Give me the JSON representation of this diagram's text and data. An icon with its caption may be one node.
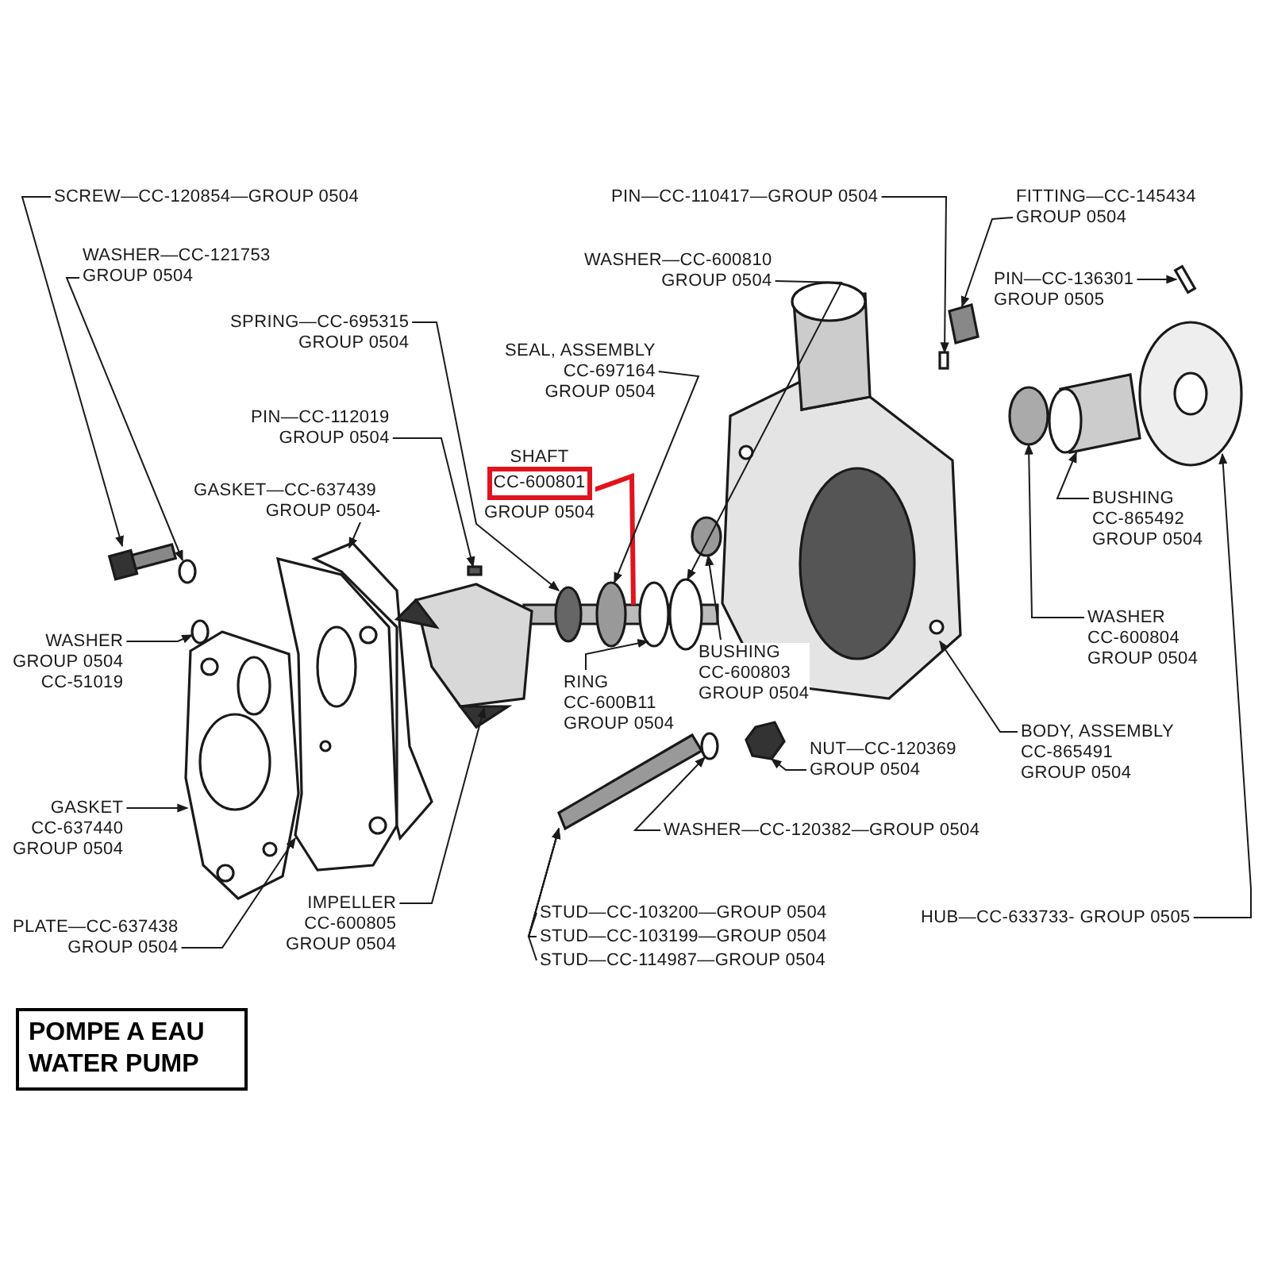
{
  "diagram": {
    "title": "POMPE A EAU WATER PUMP",
    "nodes": [
      {
        "text": [
          "SCREW—CC-120854—GROUP 0504"
        ]
      },
      {
        "text": [
          "WASHER—CC-121753 GROUP 0504"
        ]
      },
      {
        "text": [
          "SPRING—CC-695315 GROUP 0504"
        ]
      },
      {
        "text": [
          "PIN—CC-112019 GROUP 0504"
        ]
      },
      {
        "text": [
          "GASKET—CC-637439 GROUP 0504"
        ]
      },
      {
        "text": [
          "SHAFT",
          "CC-600801",
          "GROUP 0504"
        ]
      },
      {
        "text": [
          "SEAL, ASSEMBLY CC-697164 GROUP 0504"
        ]
      },
      {
        "text": [
          "WASHER—CC-600810 GROUP 0504"
        ]
      },
      {
        "text": [
          "PIN—CC-110417—GROUP 0504"
        ]
      },
      {
        "text": [
          "FITTING—CC-145434 GROUP 0504"
        ]
      },
      {
        "text": [
          "PIN—CC-136301 GROUP 0505"
        ]
      },
      {
        "text": [
          "BUSHING CC-865492 GROUP 0504"
        ]
      },
      {
        "text": [
          "WASHER CC-600804 GROUP 0504"
        ]
      },
      {
        "text": [
          "BODY, ASSEMBLY CC-865491 GROUP 0504"
        ]
      },
      {
        "text": [
          "HUB—CC-633733- GROUP 0505"
        ]
      },
      {
        "text": [
          "BUSHING CC-600803 GROUP 0504"
        ]
      },
      {
        "text": [
          "RING CC-600B11 GROUP 0504"
        ]
      },
      {
        "text": [
          "NUT—CC-120369 GROUP 0504"
        ]
      },
      {
        "text": [
          "WASHER—CC-120382—GROUP 0504"
        ]
      },
      {
        "text": [
          "STUD—CC-103200—GROUP 0504"
        ]
      },
      {
        "text": [
          "STUD—CC-103199—GROUP 0504"
        ]
      },
      {
        "text": [
          "STUD—CC-114987—GROUP 0504"
        ]
      },
      {
        "text": [
          "WASHER GROUP 0504 CC-51019"
        ]
      },
      {
        "text": [
          "GASKET CC-637440 GROUP 0504"
        ]
      },
      {
        "text": [
          "PLATE—CC-637438 GROUP 0504"
        ]
      },
      {
        "text": [
          "IMPELLER CC-600805 GROUP 0504"
        ]
      },
      {
        "text": [],
        "shape": "picture"
      },
      {
        "text": [],
        "shape": "circle"
      },
      {
        "text": [],
        "shape": "circle"
      },
      {
        "text": [],
        "shape": "picture"
      },
      {
        "text": [],
        "shape": "picture"
      },
      {
        "text": [],
        "shape": "picture"
      },
      {
        "text": [],
        "shape": "picture"
      },
      {
        "text": [],
        "shape": "box"
      },
      {
        "text": [],
        "shape": "picture"
      },
      {
        "text": [],
        "shape": "circle"
      },
      {
        "text": [],
        "shape": "circle"
      },
      {
        "text": [],
        "shape": "bar"
      },
      {
        "text": [],
        "shape": "circle"
      },
      {
        "text": [],
        "shape": "circle"
      },
      {
        "text": [],
        "shape": "circle"
      },
      {
        "text": [],
        "shape": "circle"
      },
      {
        "text": [],
        "shape": "picture"
      },
      {
        "text": [],
        "shape": "picture"
      },
      {
        "text": [],
        "shape": "box"
      },
      {
        "text": [],
        "shape": "picture"
      },
      {
        "text": [],
        "shape": "circle"
      },
      {
        "text": [],
        "shape": "picture"
      },
      {
        "text": [],
        "shape": "picture"
      },
      {
        "text": [],
        "shape": "box"
      }
    ],
    "edges": [
      {
        "from": 0,
        "to": 26,
        "arrow": "to"
      },
      {
        "from": 1,
        "to": 27,
        "arrow": "to"
      },
      {
        "from": 2,
        "to": 35,
        "arrow": "to"
      },
      {
        "from": 3,
        "to": 33,
        "arrow": "to"
      },
      {
        "from": 4,
        "to": 31,
        "arrow": "to"
      },
      {
        "from": 5,
        "to": 37,
        "arrow": "none",
        "style": "thick",
        "color": "#e0141e"
      },
      {
        "from": 6,
        "to": 36,
        "arrow": "to"
      },
      {
        "from": 7,
        "to": 39,
        "arrow": "to"
      },
      {
        "from": 8,
        "to": 44,
        "arrow": "to"
      },
      {
        "from": 9,
        "to": 45,
        "arrow": "to"
      },
      {
        "from": 10,
        "to": 49,
        "arrow": "to"
      },
      {
        "from": 11,
        "to": 47,
        "arrow": "to"
      },
      {
        "from": 12,
        "to": 46,
        "arrow": "to"
      },
      {
        "from": 13,
        "to": 43,
        "arrow": "to"
      },
      {
        "from": 14,
        "to": 48,
        "arrow": "to"
      },
      {
        "from": 15,
        "to": 41,
        "arrow": "to"
      },
      {
        "from": 16,
        "to": 38,
        "arrow": "to"
      },
      {
        "from": 17,
        "to": 42,
        "arrow": "to"
      },
      {
        "from": 18,
        "to": 40,
        "arrow": "to"
      },
      {
        "from": 19,
        "to": 34,
        "arrow": "to"
      },
      {
        "from": 20,
        "to": 34,
        "arrow": "to"
      },
      {
        "from": 21,
        "to": 34,
        "arrow": "to"
      },
      {
        "from": 22,
        "to": 28,
        "arrow": "to"
      },
      {
        "from": 23,
        "to": 29,
        "arrow": "to"
      },
      {
        "from": 24,
        "to": 30,
        "arrow": "to"
      },
      {
        "from": 25,
        "to": 32,
        "arrow": "to"
      }
    ]
  }
}
